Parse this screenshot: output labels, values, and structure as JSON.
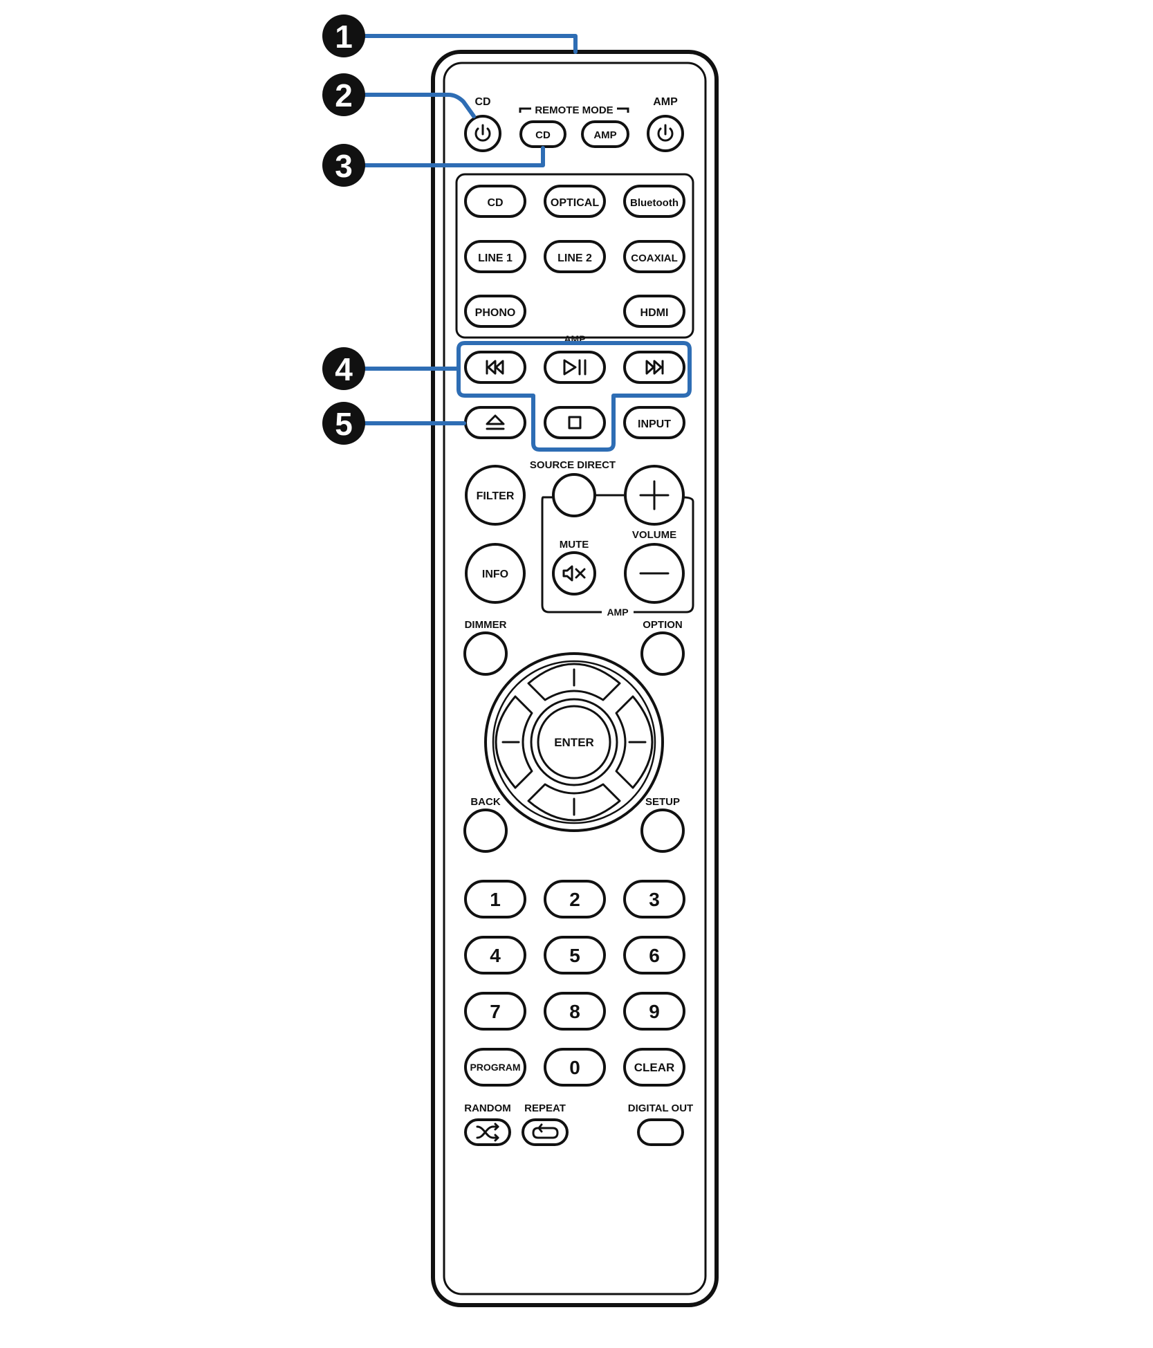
{
  "remote": {
    "top_labels": {
      "cd_power": "CD",
      "remote_mode": "REMOTE MODE",
      "amp_power": "AMP"
    },
    "remote_mode_buttons": {
      "cd": "CD",
      "amp": "AMP"
    },
    "input_buttons": {
      "cd": "CD",
      "optical": "OPTICAL",
      "bluetooth": "Bluetooth",
      "line1": "LINE 1",
      "line2": "LINE 2",
      "coaxial": "COAXIAL",
      "phono": "PHONO",
      "hdmi": "HDMI"
    },
    "amp_group_label": "AMP",
    "input_label": "INPUT",
    "source_direct_label": "SOURCE DIRECT",
    "filter_label": "FILTER",
    "info_label": "INFO",
    "mute_label": "MUTE",
    "volume_label": "VOLUME",
    "amp_volume_group_label": "AMP",
    "dimmer_label": "DIMMER",
    "option_label": "OPTION",
    "enter_label": "ENTER",
    "back_label": "BACK",
    "setup_label": "SETUP",
    "numbers": [
      "1",
      "2",
      "3",
      "4",
      "5",
      "6",
      "7",
      "8",
      "9"
    ],
    "program_label": "PROGRAM",
    "zero_label": "0",
    "clear_label": "CLEAR",
    "random_label": "RANDOM",
    "repeat_label": "REPEAT",
    "digital_out_label": "DIGITAL OUT"
  },
  "callouts": [
    "1",
    "2",
    "3",
    "4",
    "5"
  ],
  "colors": {
    "callout_line": "#2e6db4",
    "outline": "#111111",
    "callout_badge": "#111111"
  },
  "icons": [
    "power-icon",
    "skip-back-icon",
    "play-pause-icon",
    "skip-forward-icon",
    "stop-icon",
    "eject-icon",
    "mute-icon",
    "plus-icon",
    "minus-icon",
    "shuffle-icon",
    "repeat-icon"
  ]
}
